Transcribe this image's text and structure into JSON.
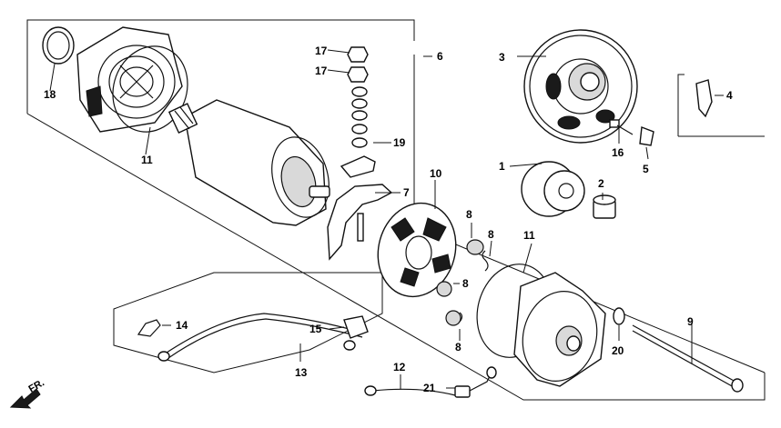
{
  "diagram": {
    "orientation_label": "FR.",
    "callouts": [
      "1",
      "2",
      "3",
      "4",
      "5",
      "6",
      "7",
      "8",
      "9",
      "10",
      "11",
      "12",
      "13",
      "14",
      "15",
      "16",
      "17",
      "18",
      "19",
      "20",
      "21"
    ],
    "parts": {
      "starter_driven_gear": "1",
      "needle_bearing": "2",
      "starter_clutch_gear": "3",
      "clip": "4",
      "clamp": "5",
      "starter_motor_assembly": "6",
      "brush_holder": "7",
      "spring_washer": "8",
      "through_bolt": "9",
      "armature_brushes": "10",
      "o_ring": "11",
      "ground_cable": "12",
      "starter_cable": "13",
      "cap_a": "14",
      "cap_b": "15",
      "bolt": "16",
      "nut": "17",
      "gasket_ring": "18",
      "washer": "19",
      "washer_20": "20",
      "bolt_21": "21"
    }
  }
}
